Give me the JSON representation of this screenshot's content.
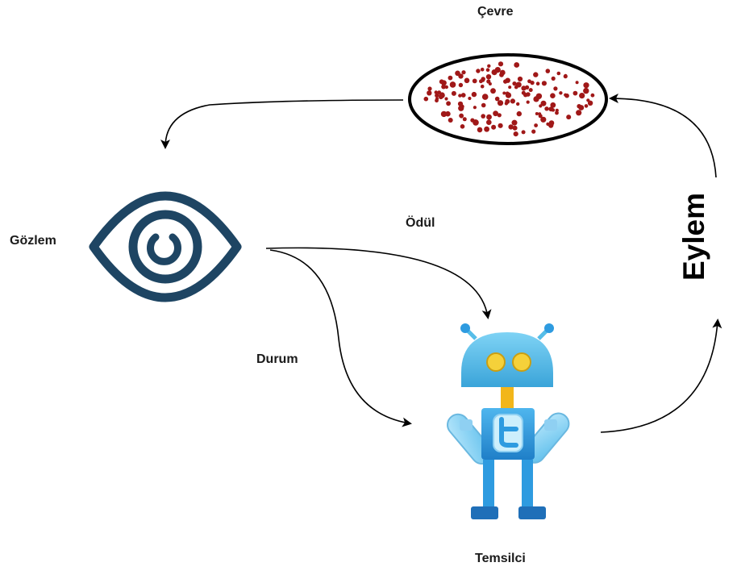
{
  "labels": {
    "environment": "Çevre",
    "observation": "Gözlem",
    "reward": "Ödül",
    "state": "Durum",
    "agent": "Temsilci",
    "action": "Eylem"
  },
  "icons": {
    "environment": "speckled-ellipse-icon",
    "observation": "eye-icon",
    "agent": "twitter-robot-icon"
  },
  "colors": {
    "environment_fill": "#ffffff",
    "environment_dots": "#a01818",
    "eye": "#1e4563",
    "robot_head": "#56bde8",
    "robot_eyes": "#f5d13a",
    "robot_body": "#2e9be0",
    "arrow": "#000000"
  }
}
